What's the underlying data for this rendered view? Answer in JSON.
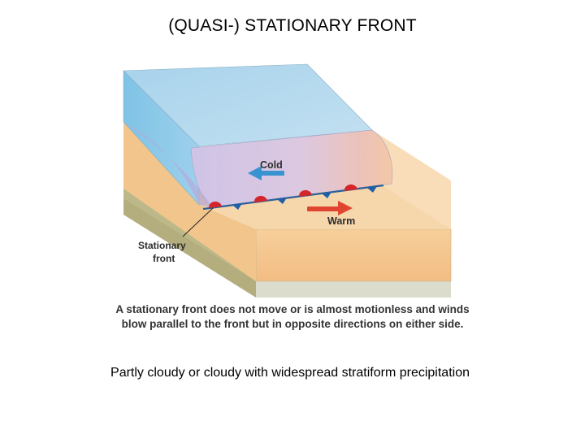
{
  "slide": {
    "title": "(QUASI-) STATIONARY FRONT",
    "bottom_text": "Partly cloudy or cloudy with widespread stratiform precipitation"
  },
  "diagram": {
    "labels": {
      "cold": "Cold",
      "warm": "Warm",
      "front_line1": "Stationary",
      "front_line2": "front"
    },
    "caption_line1": "A stationary front does not move or is almost motionless and winds",
    "caption_line2": "blow parallel to the front but in opposite directions on either side.",
    "colors": {
      "cold_air": "#9fd0ea",
      "warm_air": "#f5c58a",
      "cold_arrow": "#3a93d1",
      "warm_arrow": "#e0452f",
      "front_red": "#d4252a",
      "front_blue": "#1f5fa8",
      "ground_side": "#c9c49a"
    }
  }
}
